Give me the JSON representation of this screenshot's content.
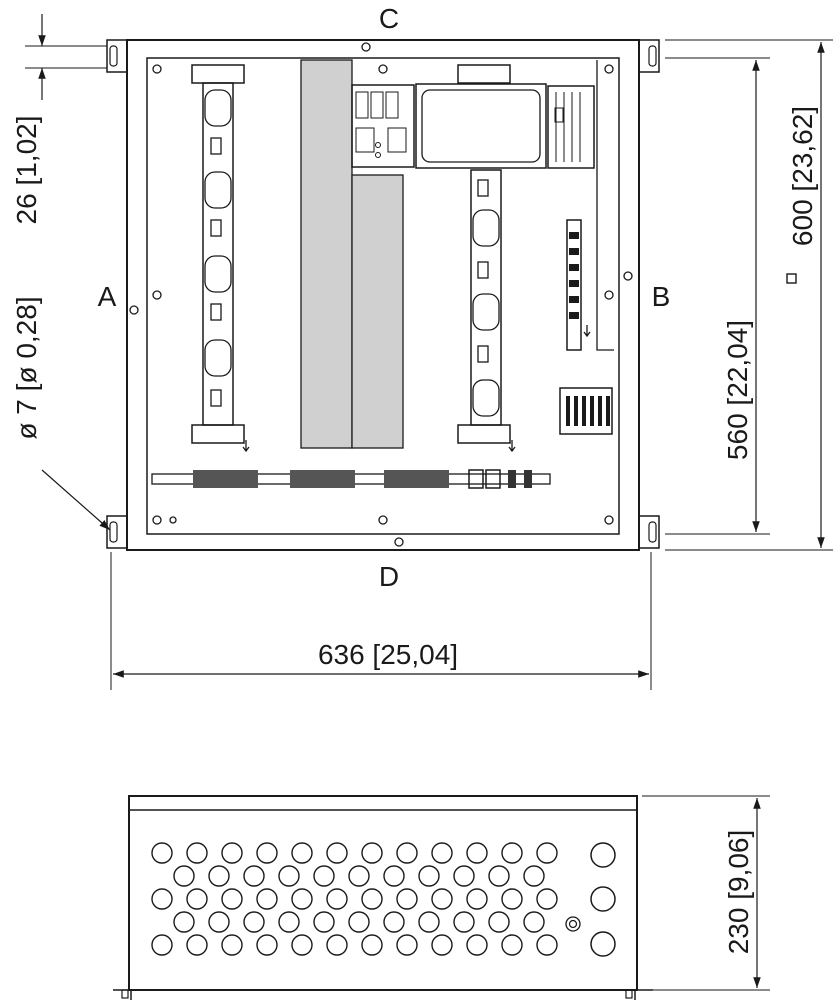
{
  "side_labels": {
    "top": "C",
    "left": "A",
    "right": "B",
    "bottom": "D"
  },
  "dimensions": {
    "width": "636 [25,04]",
    "inner_height": "560 [22,04]",
    "outer_height": "600 [23,62]",
    "mount_offset": "26 [1,02]",
    "hole_diameter": "ø 7 [ø 0,28]",
    "depth": "230 [9,06]"
  },
  "icons": {
    "square_marker": "square-symbol-icon",
    "ground": "ground-symbol-icon"
  }
}
